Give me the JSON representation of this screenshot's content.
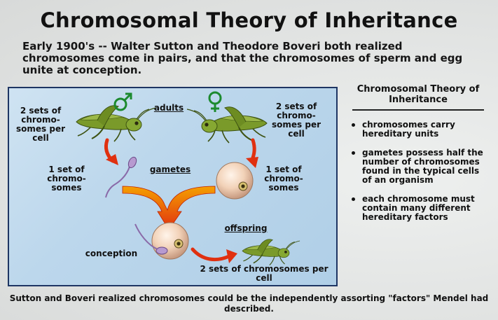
{
  "title": "Chromosomal Theory of Inheritance",
  "intro": "Early 1900's -- Walter Sutton and Theodore Boveri both realized chromosomes come in pairs, and that the chromosomes of sperm and egg unite at conception.",
  "diagram": {
    "adults_label": "adults",
    "gametes_label": "gametes",
    "offspring_label": "offspring",
    "left_adult_text": "2 sets of chromo-somes per cell",
    "right_adult_text": "2 sets of chromo-somes per cell",
    "sperm_text": "1 set of chromo-somes",
    "egg_text": "1 set of chromo-somes",
    "conception_label": "conception",
    "offspring_text": "2 sets of chromosomes per cell",
    "male_symbol": "♂",
    "female_symbol": "♀"
  },
  "sidebar": {
    "title": "Chromosomal Theory of Inheritance",
    "items": [
      "chromosomes carry hereditary units",
      "gametes possess half the number of chromosomes found in the typical cells of an organism",
      "each chromosome must contain many different hereditary factors"
    ]
  },
  "footer": "Sutton and Boveri realized chromosomes could be the independently assorting \"factors\" Mendel had described.",
  "colors": {
    "panel_bg": "#bcd7ec",
    "panel_border": "#1e3563",
    "symbol_green": "#1c8a2e",
    "arrow_red": "#e03010",
    "arrow_orange": "#f5a000",
    "grasshopper_green": "#7a9a2a",
    "egg": "#f2d2b8"
  }
}
